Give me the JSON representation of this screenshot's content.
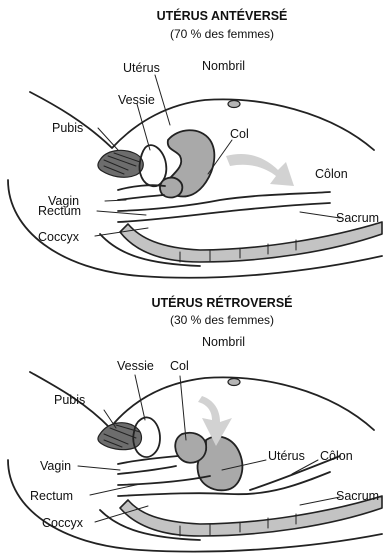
{
  "top": {
    "title": "UTÉRUS ANTÉVERSÉ",
    "subtitle": "(70 % des femmes)",
    "labels": {
      "uterus": "Utérus",
      "nombril": "Nombril",
      "vessie": "Vessie",
      "pubis": "Pubis",
      "col": "Col",
      "colon": "Côlon",
      "vagin": "Vagin",
      "rectum": "Rectum",
      "sacrum": "Sacrum",
      "coccyx": "Coccyx"
    }
  },
  "bottom": {
    "title": "UTÉRUS RÉTROVERSÉ",
    "subtitle": "(30 % des femmes)",
    "labels": {
      "nombril": "Nombril",
      "vessie": "Vessie",
      "col": "Col",
      "pubis": "Pubis",
      "vagin": "Vagin",
      "uterus": "Utérus",
      "colon": "Côlon",
      "rectum": "Rectum",
      "sacrum": "Sacrum",
      "coccyx": "Coccyx"
    }
  },
  "colors": {
    "organ_fill": "#a9a9a9",
    "bone_fill": "#c3c3c3",
    "arrow_fill": "#d2d2d2",
    "ink": "#222222"
  }
}
